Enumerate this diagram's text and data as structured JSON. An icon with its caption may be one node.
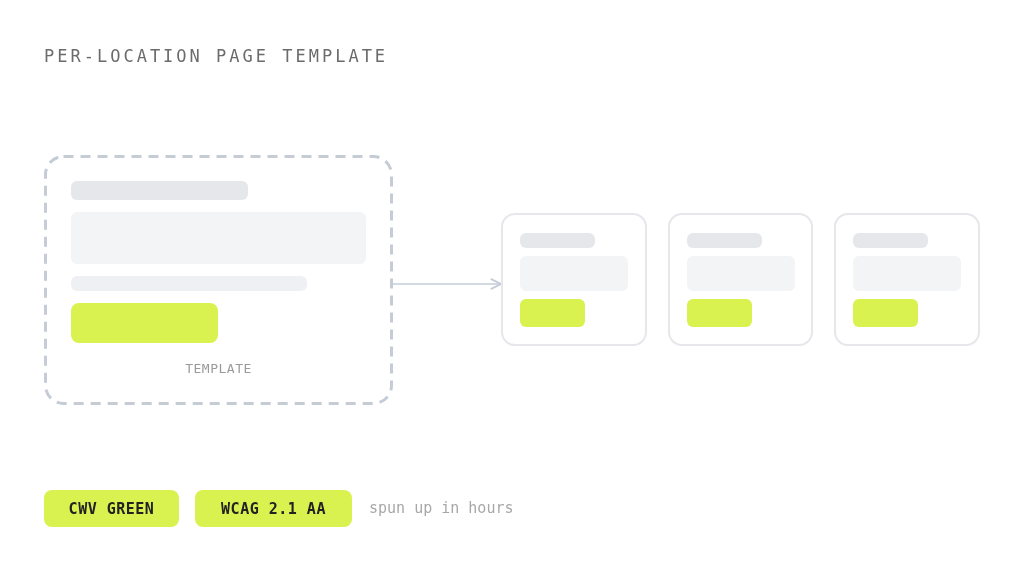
{
  "diagram": {
    "title": "PER-LOCATION PAGE TEMPLATE",
    "nodes": [
      {
        "text": [
          "TEMPLATE"
        ]
      },
      {
        "text": [],
        "shape": "box"
      },
      {
        "text": [],
        "shape": "box"
      },
      {
        "text": [],
        "shape": "box"
      },
      {
        "text": [
          "CWV GREEN"
        ]
      },
      {
        "text": [
          "WCAG 2.1 AA"
        ]
      }
    ],
    "edges": [
      {
        "from": 0,
        "to": 1,
        "arrow": "to"
      }
    ],
    "labels": [
      "spun up in hours"
    ]
  }
}
